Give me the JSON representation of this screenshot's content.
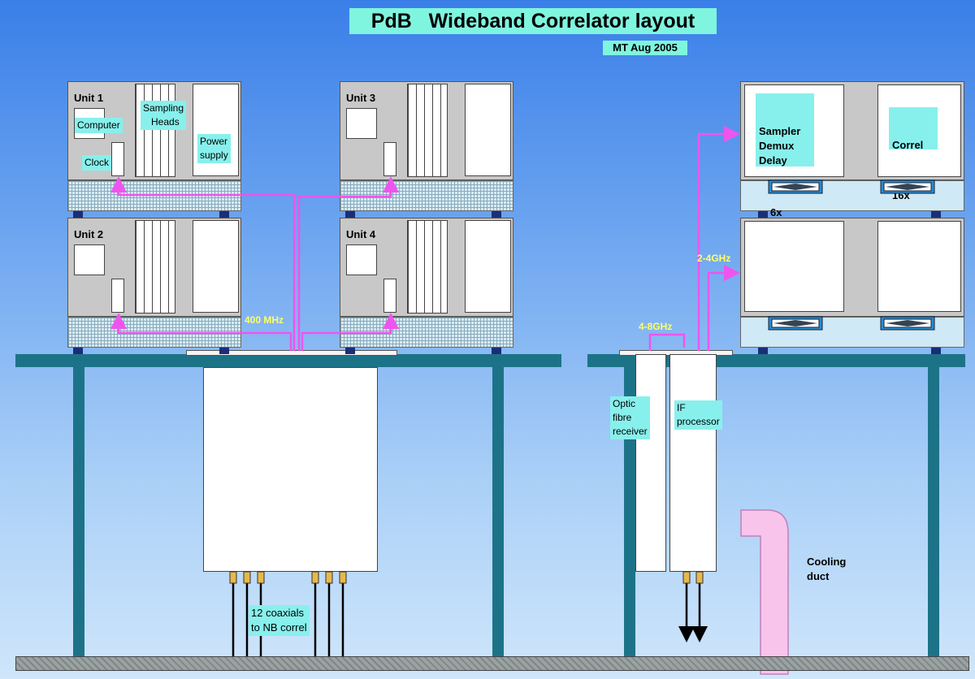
{
  "title": "PdB   Wideband Correlator layout",
  "subtitle": "MT Aug 2005",
  "units": {
    "unit1": "Unit 1",
    "unit2": "Unit 2",
    "unit3": "Unit 3",
    "unit4": "Unit 4"
  },
  "labels": {
    "computer": "Computer",
    "sampling_heads": "Sampling\n   Heads",
    "clock": "Clock",
    "power_supply": "Power\nsupply",
    "sampler_demux_delay": "Sampler\nDemux\nDelay",
    "six_x": "6x",
    "correl": "Correl",
    "sixteen_x": "16x",
    "freq_400": "400 MHz",
    "freq_4_8": "4-8GHz",
    "freq_2_4": "2-4GHz",
    "optic_fibre": "Optic\nfibre\nreceiver",
    "if_processor": "IF\nprocessor",
    "cooling_duct": "Cooling\nduct",
    "coaxials": "12 coaxials\nto NB correl"
  },
  "colors": {
    "signal_line": "#ee55ee",
    "table": "#1c7388",
    "label_bg": "#88f0ec",
    "title_bg": "#7ff5df",
    "cooling_duct": "#f8c4ec"
  }
}
